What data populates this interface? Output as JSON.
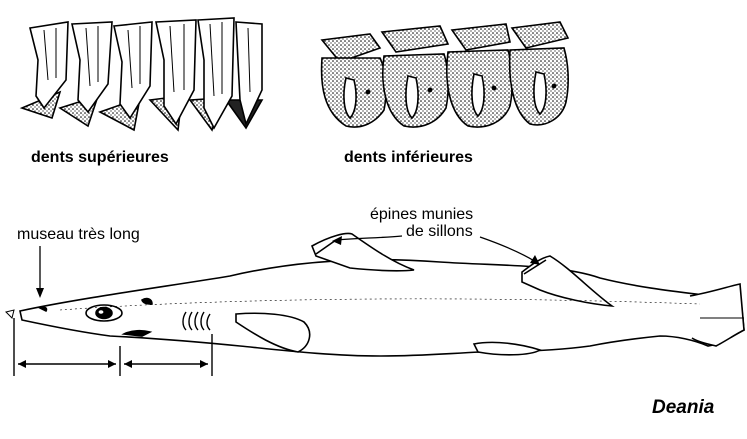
{
  "labels": {
    "upper_teeth": "dents supérieures",
    "lower_teeth": "dents inférieures",
    "snout": "museau très long",
    "spines_line1": "épines munies",
    "spines_line2": "de sillons",
    "genus": "Deania"
  },
  "icons": [
    "upper-teeth-illustration",
    "lower-teeth-illustration",
    "shark-body-illustration"
  ]
}
